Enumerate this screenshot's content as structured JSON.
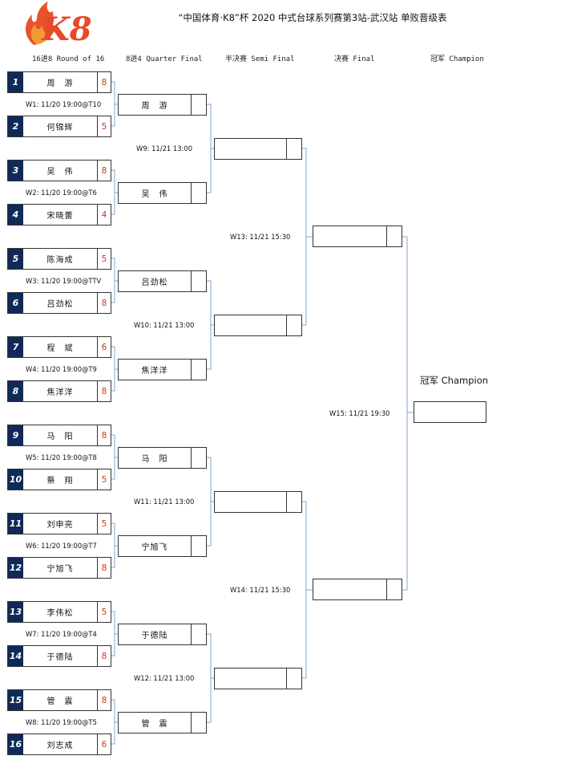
{
  "logo": {
    "text": "K8",
    "icon": "flame-logo-icon"
  },
  "title": "“中国体育·K8”杯 2020 中式台球系列赛第3站-武汉站 单败晋级表",
  "headers": {
    "r16": "16进8 Round of 16",
    "qf": "8进4 Quarter Final",
    "sf": "半决赛 Semi Final",
    "final": "决赛 Final",
    "champ": "冠军 Champion"
  },
  "r16": [
    {
      "seed": "1",
      "name": "周　游",
      "score": "8"
    },
    {
      "seed": "2",
      "name": "何锦辉",
      "score": "5"
    },
    {
      "seed": "3",
      "name": "吴　伟",
      "score": "8"
    },
    {
      "seed": "4",
      "name": "宋晓蕾",
      "score": "4"
    },
    {
      "seed": "5",
      "name": "陈海成",
      "score": "5"
    },
    {
      "seed": "6",
      "name": "吕劲松",
      "score": "8"
    },
    {
      "seed": "7",
      "name": "程　斌",
      "score": "6"
    },
    {
      "seed": "8",
      "name": "焦洋洋",
      "score": "8"
    },
    {
      "seed": "9",
      "name": "马　阳",
      "score": "8"
    },
    {
      "seed": "10",
      "name": "蔡　翔",
      "score": "5"
    },
    {
      "seed": "11",
      "name": "刘申亮",
      "score": "5"
    },
    {
      "seed": "12",
      "name": "宁旭飞",
      "score": "8"
    },
    {
      "seed": "13",
      "name": "李伟松",
      "score": "5"
    },
    {
      "seed": "14",
      "name": "于德陆",
      "score": "8"
    },
    {
      "seed": "15",
      "name": "管　震",
      "score": "8"
    },
    {
      "seed": "16",
      "name": "刘志成",
      "score": "6"
    }
  ],
  "r16_matches": [
    "W1: 11/20 19:00@T10",
    "W2: 11/20 19:00@T6",
    "W3: 11/20 19:00@TTV",
    "W4: 11/20 19:00@T9",
    "W5: 11/20 19:00@T8",
    "W6: 11/20 19:00@T7",
    "W7: 11/20 19:00@T4",
    "W8: 11/20 19:00@T5"
  ],
  "qf": [
    "周　游",
    "吴　伟",
    "吕劲松",
    "焦洋洋",
    "马　阳",
    "宁旭飞",
    "于德陆",
    "管　震"
  ],
  "qf_matches": [
    "W9: 11/21 13:00",
    "W10: 11/21 13:00",
    "W11: 11/21 13:00",
    "W12: 11/21 13:00"
  ],
  "sf_matches": [
    "W13: 11/21 15:30",
    "W14: 11/21 15:30"
  ],
  "final_match": "W15: 11/21 19:30",
  "champion_label": "冠军 Champion",
  "colors": {
    "seed_bg": "#0f2a57",
    "score": "#c9351f",
    "line": "#7fa7d1"
  }
}
